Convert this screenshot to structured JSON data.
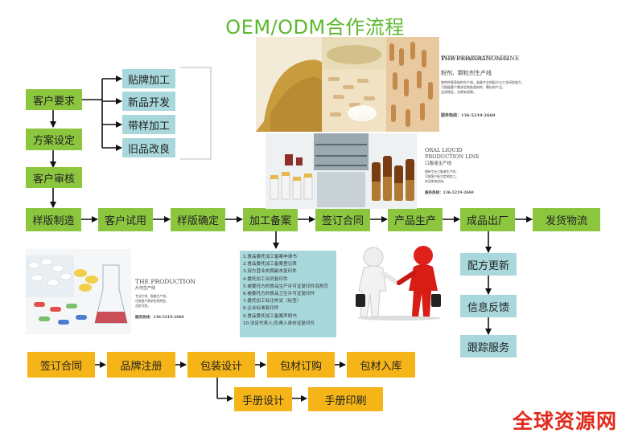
{
  "title": "OEM/ODM合作流程",
  "left_column": [
    "客户要求",
    "方案设定",
    "客户审核"
  ],
  "branch_options": [
    "贴牌加工",
    "新品开发",
    "带样加工",
    "旧品改良"
  ],
  "main_flow": [
    "样版制造",
    "客户试用",
    "样版确定",
    "加工备案",
    "签订合同",
    "产品生产",
    "成品出厂",
    "发货物流"
  ],
  "after_sales": [
    "配方更新",
    "信息反馈",
    "跟踪服务"
  ],
  "bottom_flow": [
    "签订合同",
    "品牌注册",
    "包装设计",
    "包材订购",
    "包材入库"
  ],
  "manual_flow": [
    "手册设计",
    "手册印刷"
  ],
  "filing_docs": [
    "1.食品委托加工备案申请书",
    "2.食品委托加工备案登记表",
    "3.双方营业执照副本复印件",
    "4.委托加工合同复印件",
    "5.被委托方的食品生产许可证复印件及附页",
    "6.被委托方的食品卫生许可证复印件",
    "7.委托加工标注样式（标签）",
    "8.企业标准复印件",
    "9.食品委托加工备案声明书",
    "10.法定代表人/负责人身份证复印件"
  ],
  "powder_panel": {
    "heading1": "POWDER/GRANULES",
    "heading2": "THE PRODUCTION LINE",
    "heading3": "粉剂、颗粒剂生产线",
    "body": [
      "独特的营养粉剂生产线，具备专业的配方与工艺研发能力，",
      "可根据客户需求定制各类粉剂、颗粒剂产品，",
      "品质稳定，交期有保障。"
    ],
    "hotline": "服务热线：136-5219-2660"
  },
  "liquid_panel": {
    "heading1": "ORAL LIQUID",
    "heading2": "PRODUCTION LINE",
    "heading3": "口服液生产线",
    "body": [
      "拥有专业口服液生产线，",
      "可按客户配方定制加工。",
      "欢迎来电咨询。"
    ],
    "hotline": "服务热线：136-5219-2660"
  },
  "tablet_panel": {
    "heading1": "THE PRODUCTION",
    "heading2": "片剂生产线",
    "body": [
      "专业片剂、胶囊生产线，",
      "可按客户需求定制剂型，",
      "品质可靠。"
    ],
    "hotline": "服务热线：136-5219-2660"
  },
  "watermark": "全球资源网",
  "colors": {
    "title": "#5cb82e",
    "green_box": "#8cc63f",
    "teal_box": "#a8d8dc",
    "yellow_box": "#f5b417",
    "watermark": "#e22a1c"
  }
}
